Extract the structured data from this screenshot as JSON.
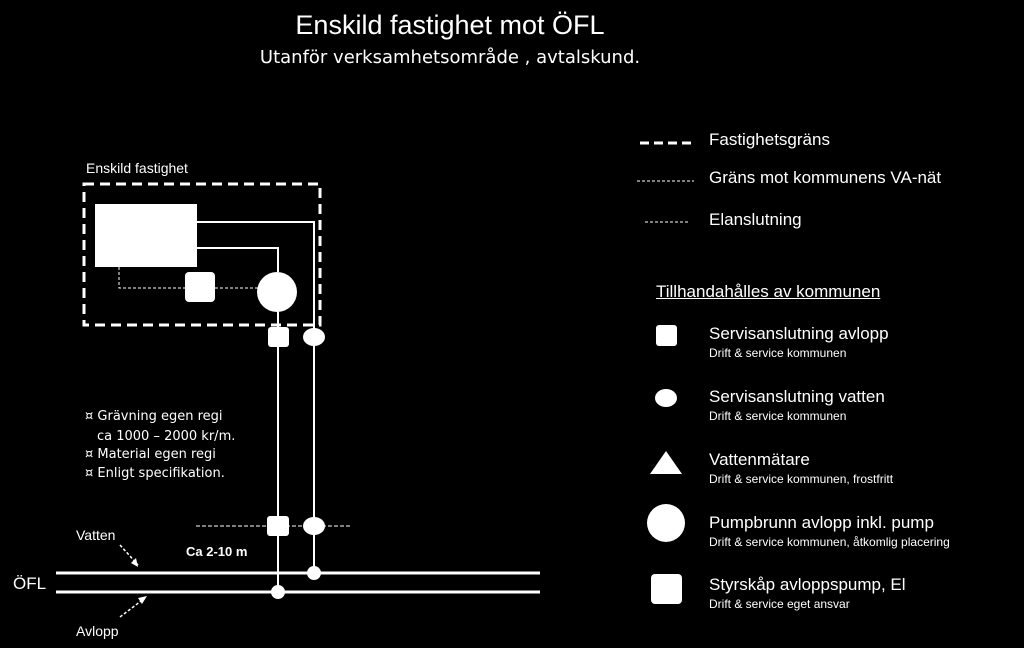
{
  "title": "Enskild fastighet mot ÖFL",
  "subtitle": "Utanför verksamhetsområde , avtalskund.",
  "property_label": "Enskild fastighet",
  "notes": [
    "¤ Grävning egen regi",
    "ca 1000 – 2000 kr/m.",
    "¤ Material egen regi",
    "¤ Enligt specifikation."
  ],
  "distance_label": "Ca 2-10 m",
  "pipe_labels": {
    "vatten": "Vatten",
    "oefl": "ÖFL",
    "avlopp": "Avlopp"
  },
  "legend_lines": [
    {
      "label": "Fastighetsgräns",
      "style": "thick-dash"
    },
    {
      "label": "Gräns mot kommunens VA-nät",
      "style": "fine-dash"
    },
    {
      "label": "Elanslutning",
      "style": "fine-dash"
    }
  ],
  "legend_heading": "Tillhandahålles av kommunen",
  "legend_items": [
    {
      "symbol": "square-small",
      "title": "Servisanslutning avlopp",
      "sub": "Drift & service kommunen"
    },
    {
      "symbol": "ellipse-small",
      "title": "Servisanslutning vatten",
      "sub": "Drift & service kommunen"
    },
    {
      "symbol": "triangle",
      "title": "Vattenmätare",
      "sub": "Drift & service kommunen, frostfritt"
    },
    {
      "symbol": "circle-large",
      "title": "Pumpbrunn avlopp inkl. pump",
      "sub": "Drift & service kommunen, åtkomlig placering"
    },
    {
      "symbol": "square-large",
      "title": "Styrskåp avloppspump, El",
      "sub": "Drift & service eget ansvar"
    }
  ],
  "colors": {
    "background": "#000000",
    "foreground": "#ffffff"
  }
}
